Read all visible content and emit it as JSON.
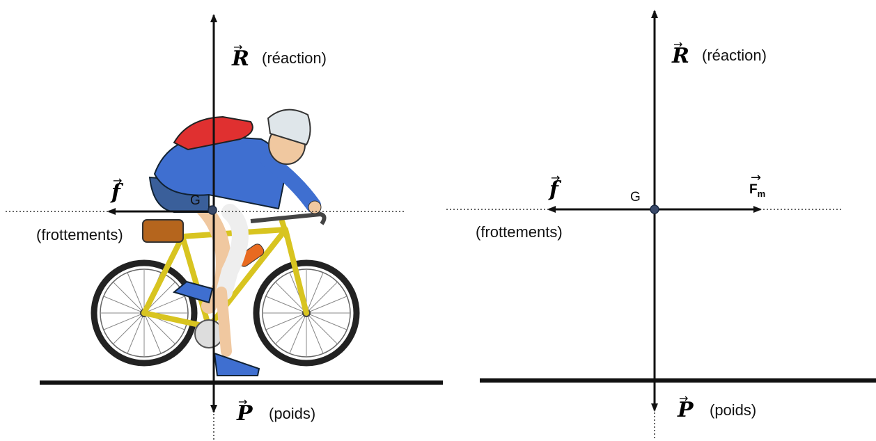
{
  "left": {
    "reaction": {
      "symbol": "R",
      "text": "(réaction)"
    },
    "friction": {
      "symbol": "f",
      "text": "(frottements)"
    },
    "weight": {
      "symbol": "P",
      "text": "(poids)"
    },
    "center": "G"
  },
  "right": {
    "reaction": {
      "symbol": "R",
      "text": "(réaction)"
    },
    "friction": {
      "symbol": "f",
      "text": "(frottements)"
    },
    "motor": {
      "symbol": "F",
      "subscript": "m"
    },
    "weight": {
      "symbol": "P",
      "text": "(poids)"
    },
    "center": "G"
  },
  "colors": {
    "line": "#111111",
    "point": "#3a4a6a",
    "bike_frame": "#f0e040",
    "jacket": "#3f6fd0",
    "backpack": "#e03030"
  }
}
